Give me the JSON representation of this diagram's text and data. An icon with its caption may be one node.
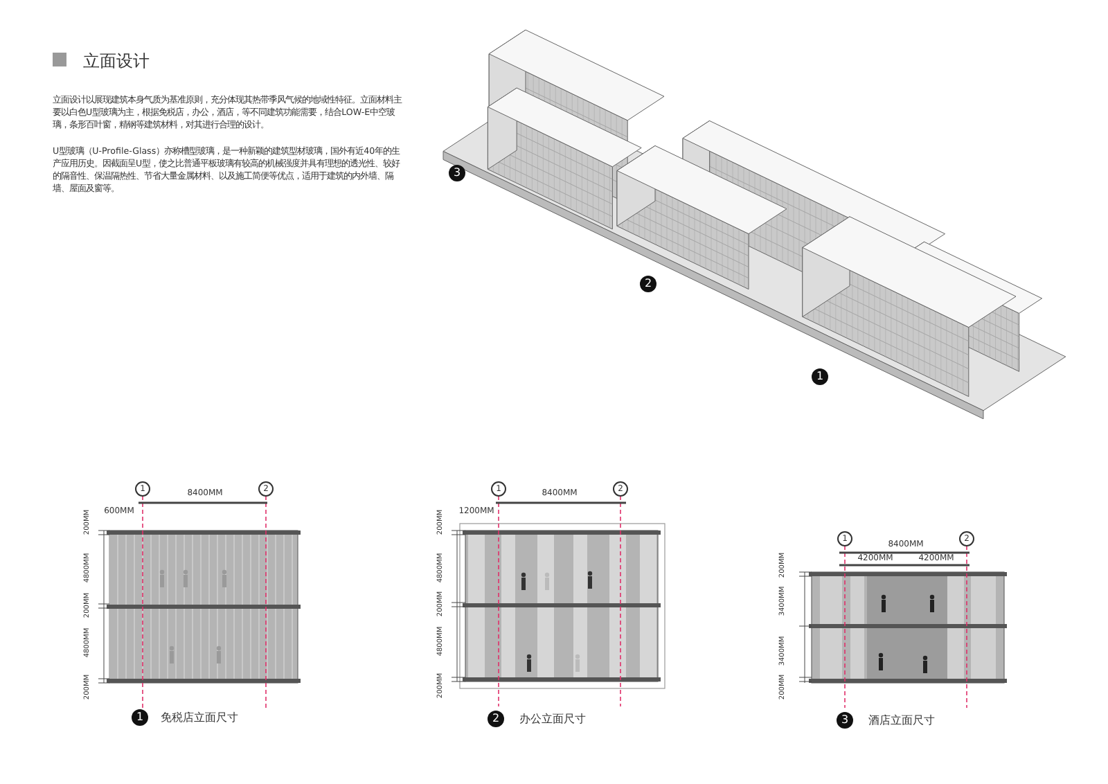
{
  "diagram": {
    "title": "立面设计",
    "labels": [
      "立面设计以展现建筑本身气质为基准原则，充分体现其热带季风气候的地域性特征。立面材料主要以白色U型玻璃为主，根据免税店，办公，酒店，等不同建筑功能需要，结合LOW-E中空玻璃，条形百叶窗，精钢等建筑材料，对其进行合理的设计。",
      "U型玻璃（U-Profile-Glass）亦称槽型玻璃，是一种新颖的建筑型材玻璃，国外有近40年的生产应用历史。因截面呈U型，使之比普通平板玻璃有较高的机械强度并具有理想的透光性、较好的隔音性、保温隔热性、节省大量金属材料、以及施工简便等优点，适用于建筑的内外墙、隔墙、屋面及窗等。",
      "3",
      "2",
      "1",
      "1",
      "2",
      "8400MM",
      "600MM",
      "200MM",
      "4800MM",
      "200MM",
      "4800MM",
      "200MM",
      "1",
      "免税店立面尺寸",
      "1",
      "2",
      "8400MM",
      "1200MM",
      "200MM",
      "4800MM",
      "200MM",
      "4800MM",
      "200MM",
      "2",
      "办公立面尺寸",
      "1",
      "2",
      "8400MM",
      "4200MM",
      "4200MM",
      "200MM",
      "3400MM",
      "3400MM",
      "200MM",
      "3",
      "酒店立面尺寸"
    ]
  }
}
